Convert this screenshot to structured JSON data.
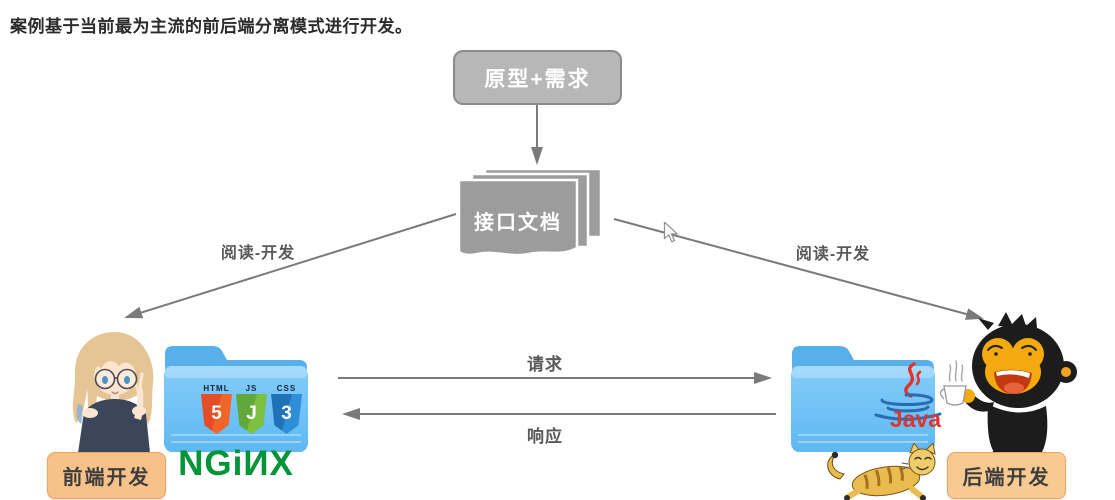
{
  "title": "案例基于当前最为主流的前后端分离模式进行开发。",
  "flow": {
    "prototype_box": "原型+需求",
    "api_doc": "接口文档",
    "read_dev_left": "阅读-开发",
    "read_dev_right": "阅读-开发",
    "request": "请求",
    "response": "响应"
  },
  "frontend": {
    "role": "前端开发",
    "logo": "NGiИX",
    "badges": [
      {
        "label": "HTML",
        "glyph": "5"
      },
      {
        "label": "JS",
        "glyph": "J"
      },
      {
        "label": "CSS",
        "glyph": "3"
      }
    ]
  },
  "backend": {
    "role": "后端开发",
    "java": "Java"
  },
  "colors": {
    "box_gray": "#b7b7b7",
    "doc_gray": "#9c9c9c",
    "arrow_gray": "#7a7a7a",
    "label_orange": "#f7c289",
    "folder_blue": "#6fc0f2",
    "nginx_green": "#019438",
    "java_red": "#e0342c"
  }
}
